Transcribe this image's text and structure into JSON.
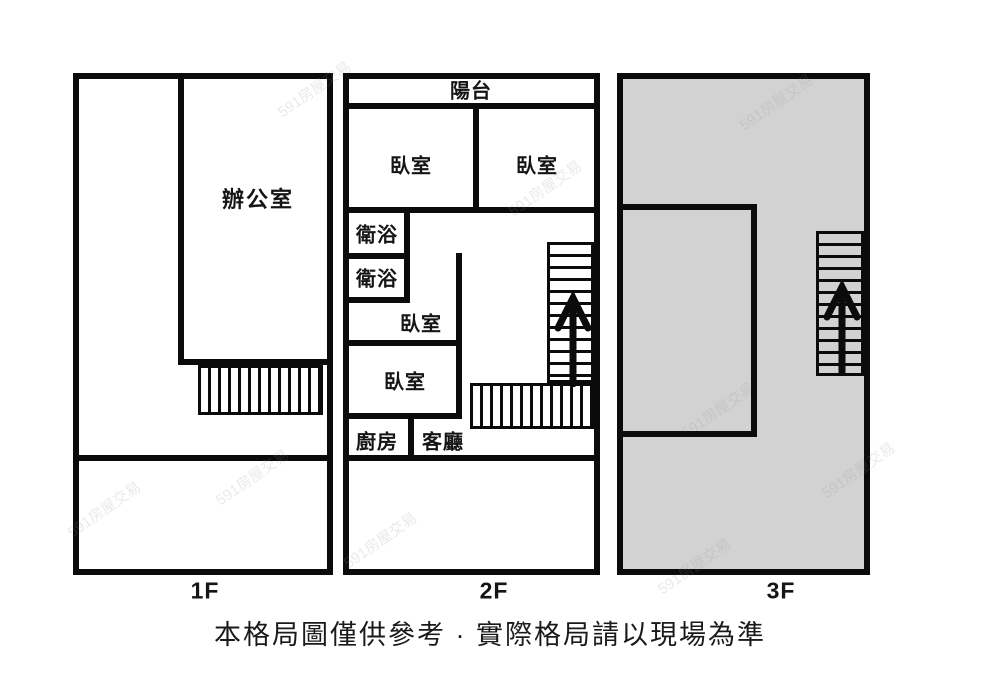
{
  "caption": {
    "text": "本格局圖僅供參考 · 實際格局請以現場為準"
  },
  "watermark": {
    "text": "591房屋交易"
  },
  "colors": {
    "wall": "#0b0b0b",
    "background": "#ffffff",
    "floor3_fill": "#d2d2d2",
    "text": "#151515"
  },
  "floors": [
    {
      "id": "1F",
      "label": "1F",
      "rooms": [
        {
          "name": "office",
          "label": "辦公室"
        }
      ]
    },
    {
      "id": "2F",
      "label": "2F",
      "rooms": [
        {
          "name": "balcony",
          "label": "陽台"
        },
        {
          "name": "bedroom-top-left",
          "label": "臥室"
        },
        {
          "name": "bedroom-top-right",
          "label": "臥室"
        },
        {
          "name": "bathroom-1",
          "label": "衛浴"
        },
        {
          "name": "bathroom-2",
          "label": "衛浴"
        },
        {
          "name": "bedroom-middle",
          "label": "臥室"
        },
        {
          "name": "bedroom-lower",
          "label": "臥室"
        },
        {
          "name": "kitchen",
          "label": "廚房"
        },
        {
          "name": "living-room",
          "label": "客廳"
        }
      ]
    },
    {
      "id": "3F",
      "label": "3F",
      "rooms": []
    }
  ]
}
